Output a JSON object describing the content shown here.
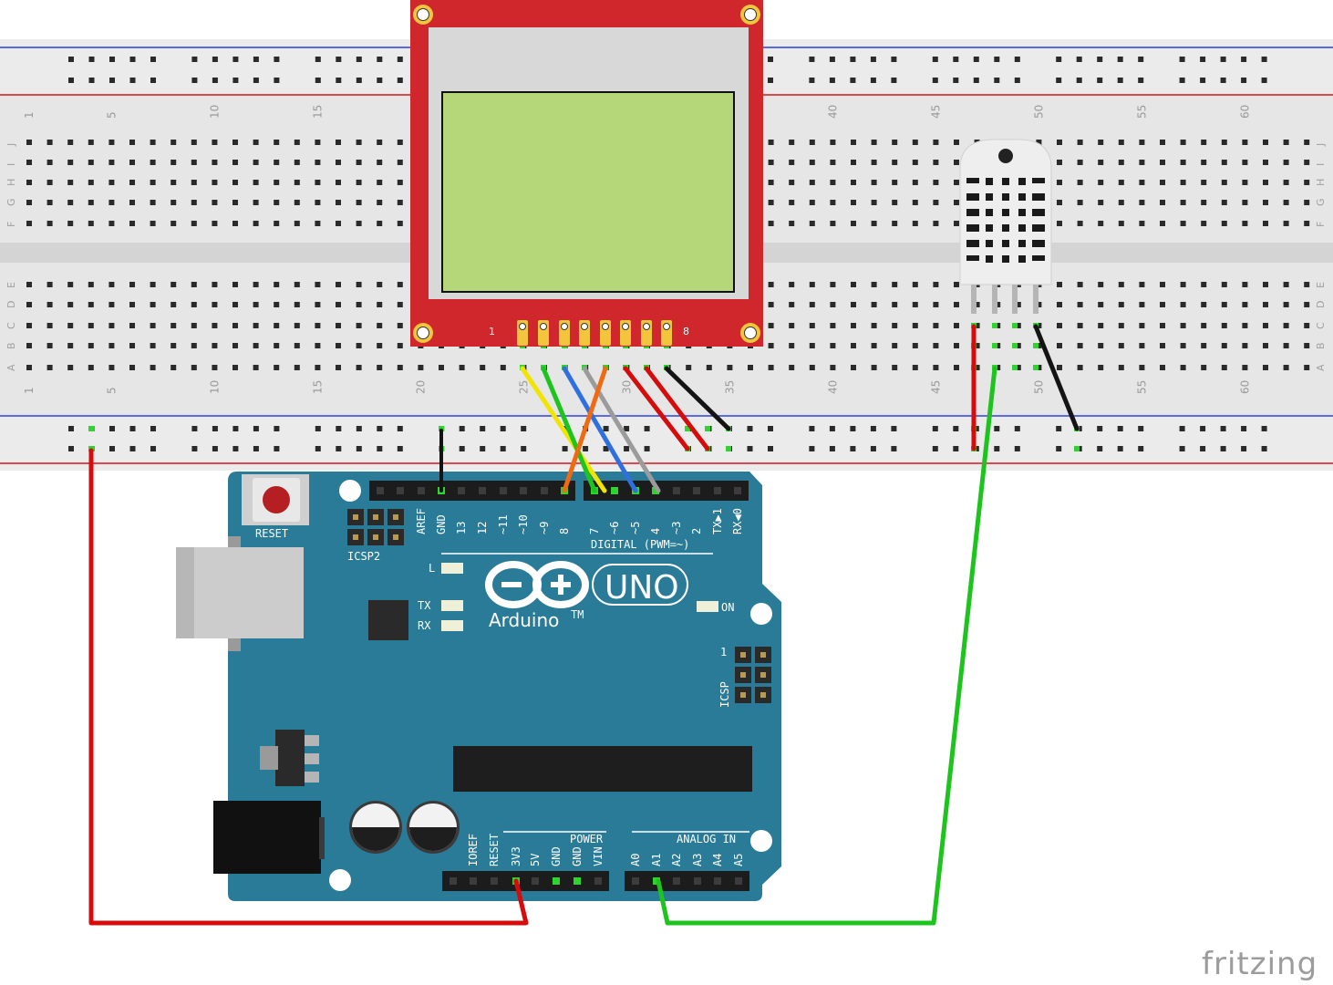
{
  "breadboard": {
    "column_numbers": [
      "1",
      "5",
      "10",
      "15",
      "20",
      "25",
      "30",
      "35",
      "40",
      "45",
      "50",
      "55",
      "60"
    ],
    "rows_top": [
      "J",
      "I",
      "H",
      "G",
      "F"
    ],
    "rows_bottom": [
      "E",
      "D",
      "C",
      "B",
      "A"
    ]
  },
  "lcd": {
    "pin_first": "1",
    "pin_last": "8"
  },
  "arduino": {
    "reset_label": "RESET",
    "icsp2_label": "ICSP2",
    "icsp_label": "ICSP",
    "icsp_pin1": "1",
    "digital_pins": [
      "AREF",
      "GND",
      "13",
      "12",
      "~11",
      "~10",
      "~9",
      "8",
      "7",
      "~6",
      "~5",
      "4",
      "~3",
      "2",
      "TX▶1",
      "RX◀0"
    ],
    "digital_label": "DIGITAL (PWM=~)",
    "led_l": "L",
    "led_tx": "TX",
    "led_rx": "RX",
    "led_on": "ON",
    "brand": "Arduino",
    "trademark": "TM",
    "model": "UNO",
    "power_pins": [
      "IOREF",
      "RESET",
      "3V3",
      "5V",
      "GND",
      "GND",
      "VIN"
    ],
    "power_label": "POWER",
    "analog_pins": [
      "A0",
      "A1",
      "A2",
      "A3",
      "A4",
      "A5"
    ],
    "analog_label": "ANALOG IN"
  },
  "colors": {
    "breadboard": "#e6e6e6",
    "rail_red": "#d6151b",
    "rail_blue": "#2c3fdc",
    "lcd_board": "#d0272d",
    "lcd_screen": "#b5d77a",
    "arduino": "#2a7b98",
    "wire_red": "#d60b0b",
    "wire_green": "#1ec41e",
    "wire_black": "#141414",
    "wire_yellow": "#f1e400",
    "wire_blue": "#2f6fe0",
    "wire_gray": "#9b9b9b",
    "wire_orange": "#ef6a12"
  },
  "footer": {
    "brand": "fritzing"
  }
}
